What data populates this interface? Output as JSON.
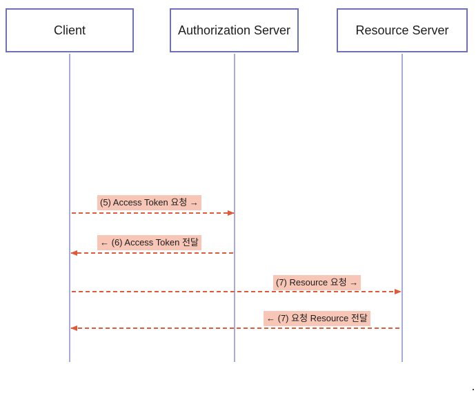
{
  "diagram": {
    "participants": [
      {
        "id": "client",
        "label": "Client"
      },
      {
        "id": "auth",
        "label": "Authorization Server"
      },
      {
        "id": "resource",
        "label": "Resource Server"
      }
    ],
    "messages": [
      {
        "label": "(5) Access Token 요청 →",
        "from": "client",
        "to": "auth",
        "style": "dashed"
      },
      {
        "label": "← (6) Access Token 전달",
        "from": "auth",
        "to": "client",
        "style": "dashed"
      },
      {
        "label": "(7) Resource 요청 →",
        "from": "client",
        "to": "resource",
        "style": "dashed"
      },
      {
        "label": "← (7) 요청 Resource 전달",
        "from": "resource",
        "to": "client",
        "style": "dashed"
      }
    ]
  },
  "colors": {
    "actor_border": "#6d6fb8",
    "lifeline": "#a6aad7",
    "arrow": "#e05a3a",
    "label_bg": "#f7c6b6"
  }
}
